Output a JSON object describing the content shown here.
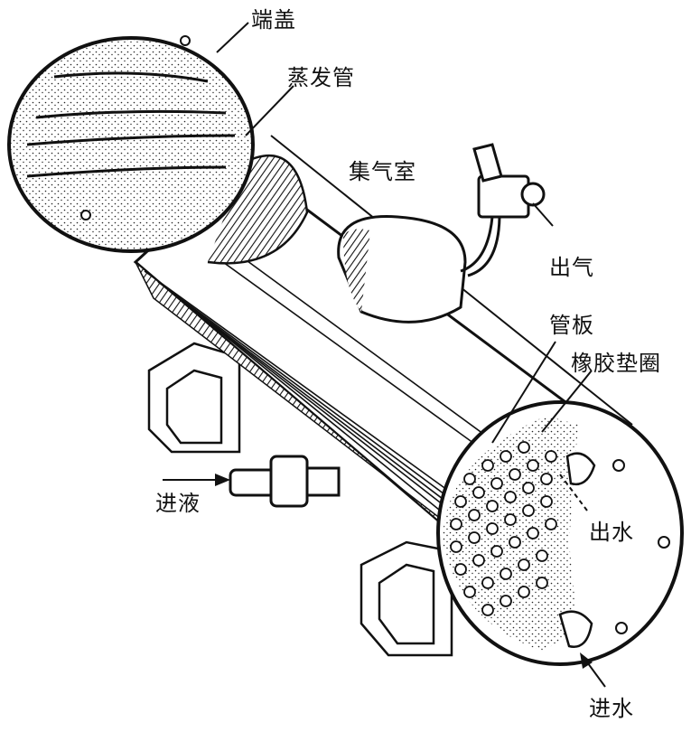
{
  "labels": {
    "end_cover": "端盖",
    "evap_tube": "蒸发管",
    "gas_chamber": "集气室",
    "gas_out": "出气",
    "tube_sheet": "管板",
    "rubber_gasket": "橡胶垫圈",
    "water_out": "出水",
    "liquid_in": "进液",
    "water_in": "进水"
  },
  "colors": {
    "ink": "#111111",
    "paper": "#ffffff"
  }
}
